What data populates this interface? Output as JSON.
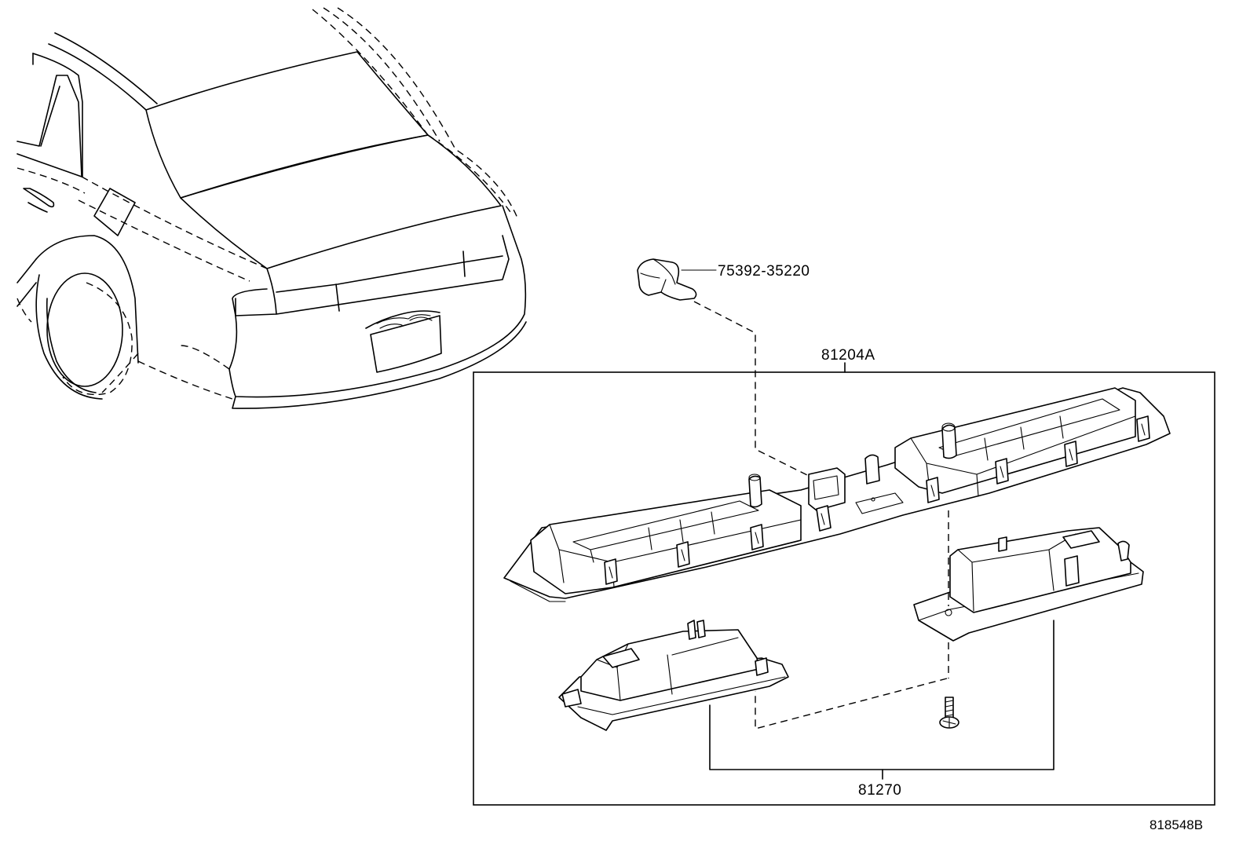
{
  "labels": {
    "part_sensor_cover": "75392-35220",
    "part_assembly": "81204A",
    "part_lamp": "81270"
  },
  "reference_code": "818548B",
  "colors": {
    "line": "#000000",
    "background": "#ffffff"
  }
}
